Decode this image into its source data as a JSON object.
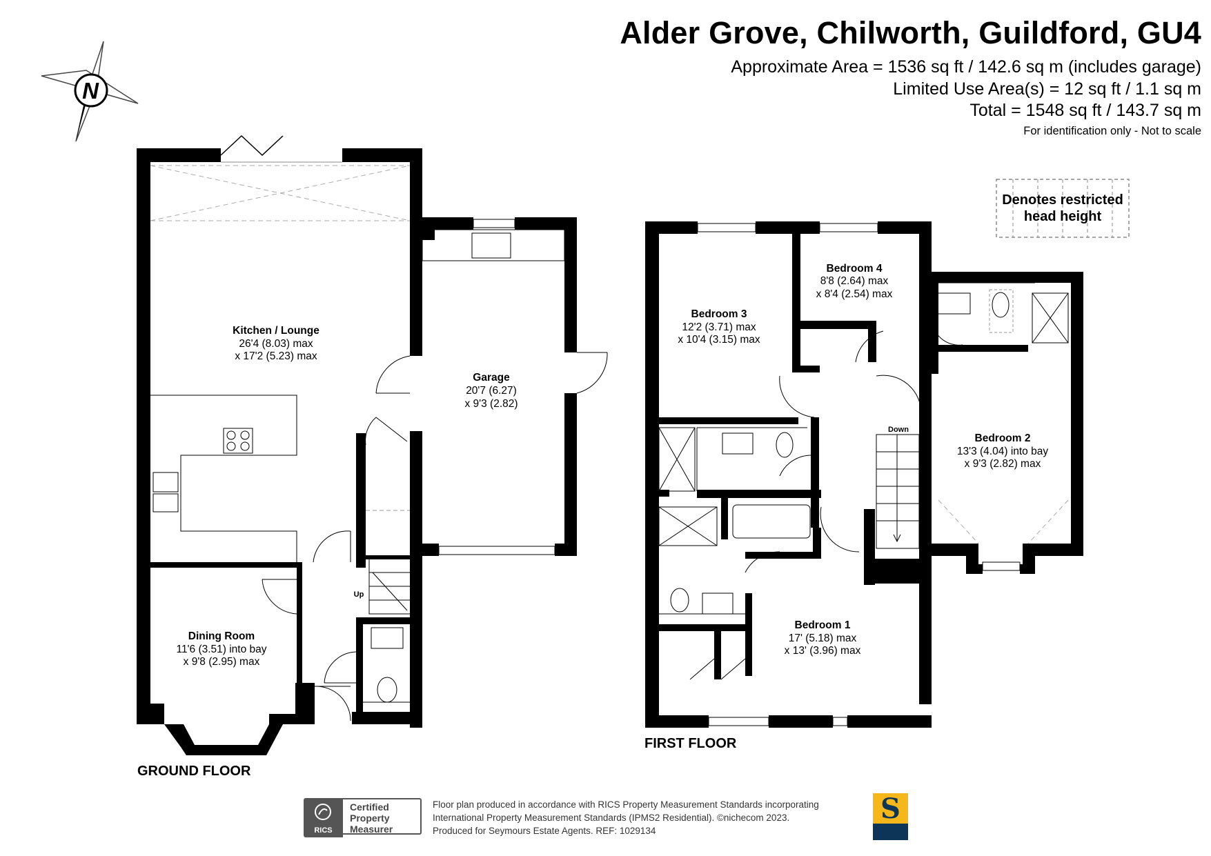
{
  "header": {
    "title": "Alder Grove, Chilworth, Guildford, GU4",
    "area_line": "Approximate Area = 1536 sq ft / 142.6 sq m (includes garage)",
    "limited_line": "Limited Use Area(s) = 12 sq ft / 1.1 sq m",
    "total_line": "Total = 1548 sq ft / 143.7 sq m",
    "note": "For identification only - Not to scale"
  },
  "compass": {
    "letter": "N"
  },
  "legend": {
    "line1": "Denotes restricted",
    "line2": "head height"
  },
  "ground_floor": {
    "label": "GROUND FLOOR",
    "up_label": "Up",
    "rooms": {
      "kitchen": {
        "name": "Kitchen / Lounge",
        "dim1": "26'4 (8.03) max",
        "dim2": "x 17'2 (5.23) max"
      },
      "garage": {
        "name": "Garage",
        "dim1": "20'7 (6.27)",
        "dim2": "x 9'3 (2.82)"
      },
      "dining": {
        "name": "Dining Room",
        "dim1": "11'6 (3.51) into bay",
        "dim2": "x 9'8 (2.95) max"
      }
    }
  },
  "first_floor": {
    "label": "FIRST FLOOR",
    "down_label": "Down",
    "rooms": {
      "bedroom3": {
        "name": "Bedroom 3",
        "dim1": "12'2 (3.71) max",
        "dim2": "x 10'4 (3.15) max"
      },
      "bedroom4": {
        "name": "Bedroom 4",
        "dim1": "8'8 (2.64) max",
        "dim2": "x 8'4 (2.54) max"
      },
      "bedroom2": {
        "name": "Bedroom 2",
        "dim1": "13'3 (4.04) into bay",
        "dim2": "x 9'3 (2.82) max"
      },
      "bedroom1": {
        "name": "Bedroom 1",
        "dim1": "17' (5.18) max",
        "dim2": "x 13' (3.96) max"
      }
    }
  },
  "footer": {
    "line1": "Floor plan produced in accordance with RICS Property Measurement Standards incorporating",
    "line2": "International Property Measurement Standards (IPMS2 Residential).  ©nichecom 2023.",
    "line3": "Produced for Seymours Estate Agents.   REF:  1029134",
    "rics_badge": "RICS",
    "rics_line1": "Certified",
    "rics_line2": "Property",
    "rics_line3": "Measurer",
    "logo_letter": "S"
  },
  "colors": {
    "wall": "#000000",
    "logo_gold": "#f5b719",
    "logo_navy": "#0d3557",
    "badge_grey": "#555555"
  }
}
